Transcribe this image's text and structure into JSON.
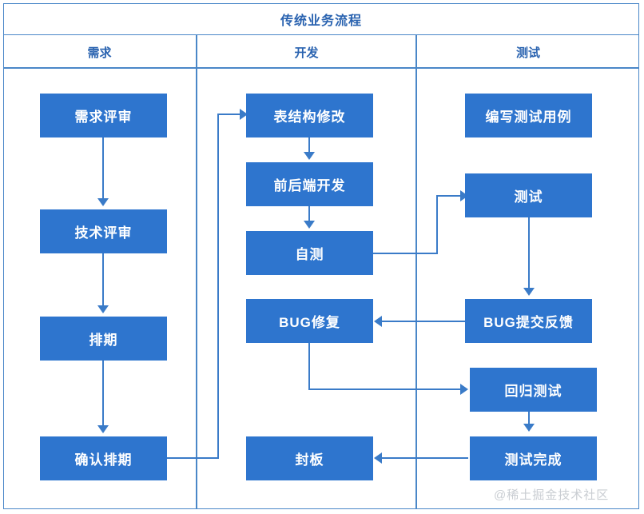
{
  "diagram": {
    "title": "传统业务流程",
    "watermark": "@稀土掘金技术社区",
    "colors": {
      "node_fill": "#2E75CE",
      "node_text": "#FFFFFF",
      "line": "#3A7BC8",
      "frame": "#4A87C8",
      "header_text": "#2A63B0",
      "watermark_text": "#C9CDD2",
      "background": "#FFFFFF"
    },
    "columns": [
      {
        "label": "需求"
      },
      {
        "label": "开发"
      },
      {
        "label": "测试"
      }
    ],
    "nodes": [
      {
        "id": "n1",
        "label": "需求评审",
        "column": "需求"
      },
      {
        "id": "n2",
        "label": "技术评审",
        "column": "需求"
      },
      {
        "id": "n3",
        "label": "排期",
        "column": "需求"
      },
      {
        "id": "n4",
        "label": "确认排期",
        "column": "需求"
      },
      {
        "id": "n5",
        "label": "表结构修改",
        "column": "开发"
      },
      {
        "id": "n6",
        "label": "前后端开发",
        "column": "开发"
      },
      {
        "id": "n7",
        "label": "自测",
        "column": "开发"
      },
      {
        "id": "n8",
        "label": "BUG修复",
        "column": "开发"
      },
      {
        "id": "n9",
        "label": "封板",
        "column": "开发"
      },
      {
        "id": "n10",
        "label": "编写测试用例",
        "column": "测试"
      },
      {
        "id": "n11",
        "label": "测试",
        "column": "测试"
      },
      {
        "id": "n12",
        "label": "BUG提交反馈",
        "column": "测试"
      },
      {
        "id": "n13",
        "label": "回归测试",
        "column": "测试"
      },
      {
        "id": "n14",
        "label": "测试完成",
        "column": "测试"
      }
    ],
    "edges": [
      {
        "from": "需求评审",
        "to": "技术评审"
      },
      {
        "from": "技术评审",
        "to": "排期"
      },
      {
        "from": "排期",
        "to": "确认排期"
      },
      {
        "from": "确认排期",
        "to": "表结构修改"
      },
      {
        "from": "表结构修改",
        "to": "前后端开发"
      },
      {
        "from": "前后端开发",
        "to": "自测"
      },
      {
        "from": "自测",
        "to": "测试"
      },
      {
        "from": "测试",
        "to": "BUG提交反馈"
      },
      {
        "from": "BUG提交反馈",
        "to": "BUG修复"
      },
      {
        "from": "BUG修复",
        "to": "回归测试"
      },
      {
        "from": "回归测试",
        "to": "测试完成"
      },
      {
        "from": "测试完成",
        "to": "封板"
      }
    ]
  }
}
